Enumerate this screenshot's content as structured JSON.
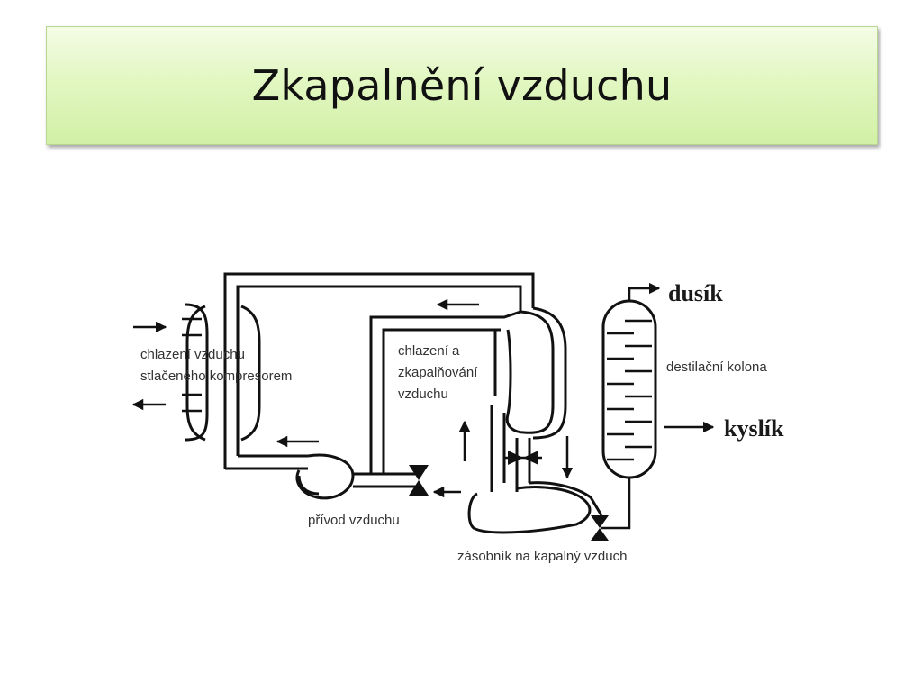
{
  "slide": {
    "title": "Zkapalnění vzduchu"
  },
  "diagram": {
    "labels": {
      "cooling_compressed_line1": "chlazení vzduchu",
      "cooling_compressed_line2": "stlačeného kompresorem",
      "cooling_liquefying_line1": "chlazení a",
      "cooling_liquefying_line2": "zkapalňování",
      "cooling_liquefying_line3": "vzduchu",
      "air_inlet": "přívod vzduchu",
      "storage": "zásobník na kapalný vzduch",
      "column": "destilační kolona",
      "nitrogen": "dusík",
      "oxygen": "kyslík"
    }
  }
}
